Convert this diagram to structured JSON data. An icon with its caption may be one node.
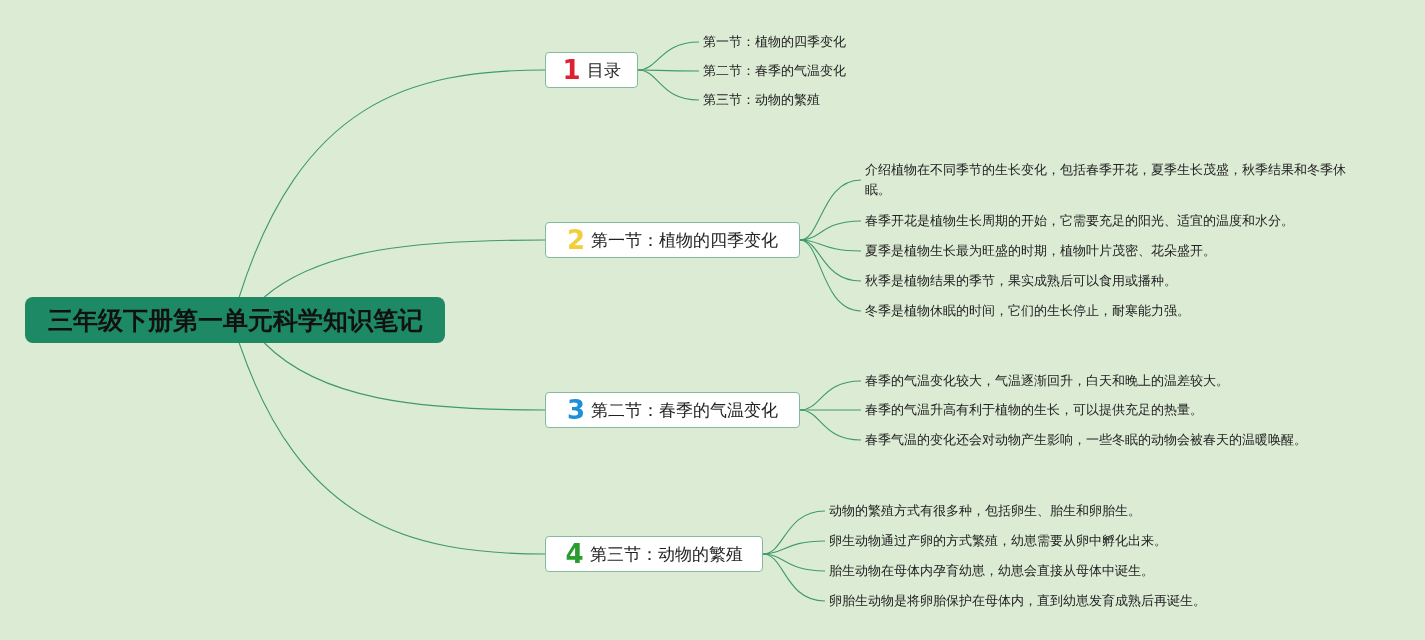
{
  "diagram": {
    "nodes": [
      {
        "text": [
          "三年级下册第一单元科学知识笔记"
        ]
      },
      {
        "text": [
          "1",
          "目录"
        ]
      },
      {
        "text": [
          "第一节：植物的四季变化"
        ]
      },
      {
        "text": [
          "第二节：春季的气温变化"
        ]
      },
      {
        "text": [
          "第三节：动物的繁殖"
        ]
      },
      {
        "text": [
          "2",
          "第一节：植物的四季变化"
        ]
      },
      {
        "text": [
          "介绍植物在不同季节的生长变化，包括春季开花，夏季生长茂盛，秋季结果和冬季休眠。"
        ]
      },
      {
        "text": [
          "春季开花是植物生长周期的开始，它需要充足的阳光、适宜的温度和水分。"
        ]
      },
      {
        "text": [
          "夏季是植物生长最为旺盛的时期，植物叶片茂密、花朵盛开。"
        ]
      },
      {
        "text": [
          "秋季是植物结果的季节，果实成熟后可以食用或播种。"
        ]
      },
      {
        "text": [
          "冬季是植物休眠的时间，它们的生长停止，耐寒能力强。"
        ]
      },
      {
        "text": [
          "3",
          "第二节：春季的气温变化"
        ]
      },
      {
        "text": [
          "春季的气温变化较大，气温逐渐回升，白天和晚上的温差较大。"
        ]
      },
      {
        "text": [
          "春季的气温升高有利于植物的生长，可以提供充足的热量。"
        ]
      },
      {
        "text": [
          "春季气温的变化还会对动物产生影响，一些冬眠的动物会被春天的温暖唤醒。"
        ]
      },
      {
        "text": [
          "4",
          "第三节：动物的繁殖"
        ]
      },
      {
        "text": [
          "动物的繁殖方式有很多种，包括卵生、胎生和卵胎生。"
        ]
      },
      {
        "text": [
          "卵生动物通过产卵的方式繁殖，幼崽需要从卵中孵化出来。"
        ]
      },
      {
        "text": [
          "胎生动物在母体内孕育幼崽，幼崽会直接从母体中诞生。"
        ]
      },
      {
        "text": [
          "卵胎生动物是将卵胎保护在母体内，直到幼崽发育成熟后再诞生。"
        ]
      }
    ],
    "edges": [
      {
        "from": 0,
        "to": 1,
        "arrow": "none"
      },
      {
        "from": 1,
        "to": 2,
        "arrow": "none"
      },
      {
        "from": 1,
        "to": 3,
        "arrow": "none"
      },
      {
        "from": 1,
        "to": 4,
        "arrow": "none"
      },
      {
        "from": 0,
        "to": 5,
        "arrow": "none"
      },
      {
        "from": 5,
        "to": 6,
        "arrow": "none"
      },
      {
        "from": 5,
        "to": 7,
        "arrow": "none"
      },
      {
        "from": 5,
        "to": 8,
        "arrow": "none"
      },
      {
        "from": 5,
        "to": 9,
        "arrow": "none"
      },
      {
        "from": 5,
        "to": 10,
        "arrow": "none"
      },
      {
        "from": 0,
        "to": 11,
        "arrow": "none"
      },
      {
        "from": 11,
        "to": 12,
        "arrow": "none"
      },
      {
        "from": 11,
        "to": 13,
        "arrow": "none"
      },
      {
        "from": 11,
        "to": 14,
        "arrow": "none"
      },
      {
        "from": 0,
        "to": 15,
        "arrow": "none"
      },
      {
        "from": 15,
        "to": 16,
        "arrow": "none"
      },
      {
        "from": 15,
        "to": 17,
        "arrow": "none"
      },
      {
        "from": 15,
        "to": 18,
        "arrow": "none"
      },
      {
        "from": 15,
        "to": 19,
        "arrow": "none"
      }
    ]
  }
}
